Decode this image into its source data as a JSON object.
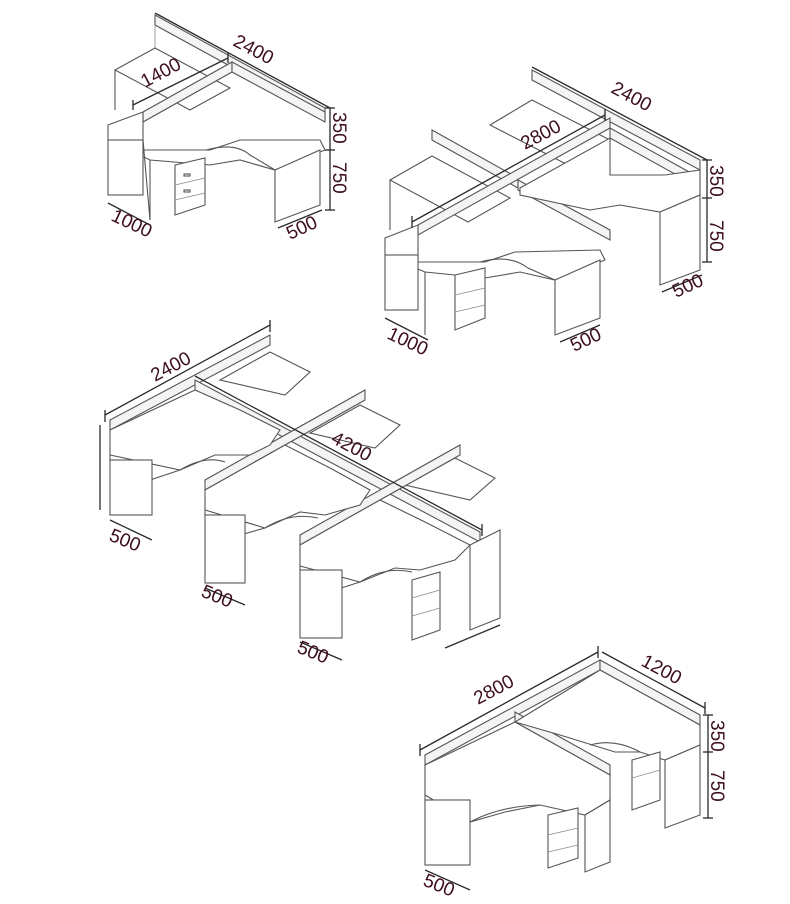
{
  "dimensions": {
    "unit1": {
      "width": "2400",
      "depth": "1400",
      "screen_h": "350",
      "desk_h": "750",
      "return_w": "500",
      "desk_d": "1000"
    },
    "unit2": {
      "width": "2400",
      "diag": "2800",
      "screen_h": "350",
      "desk_h": "750",
      "return_w1": "500",
      "desk_d": "1000",
      "return_w2": "500"
    },
    "unit3": {
      "width": "2400",
      "length": "4200",
      "return_a": "500",
      "return_b": "500",
      "return_c": "500"
    },
    "unit4": {
      "width": "2800",
      "depth": "1200",
      "screen_h": "350",
      "desk_h": "750",
      "return_w": "500"
    }
  },
  "colors": {
    "dimension_text": "#3d0f1a",
    "line": "#555555",
    "dim_line": "#2a2a2a"
  }
}
